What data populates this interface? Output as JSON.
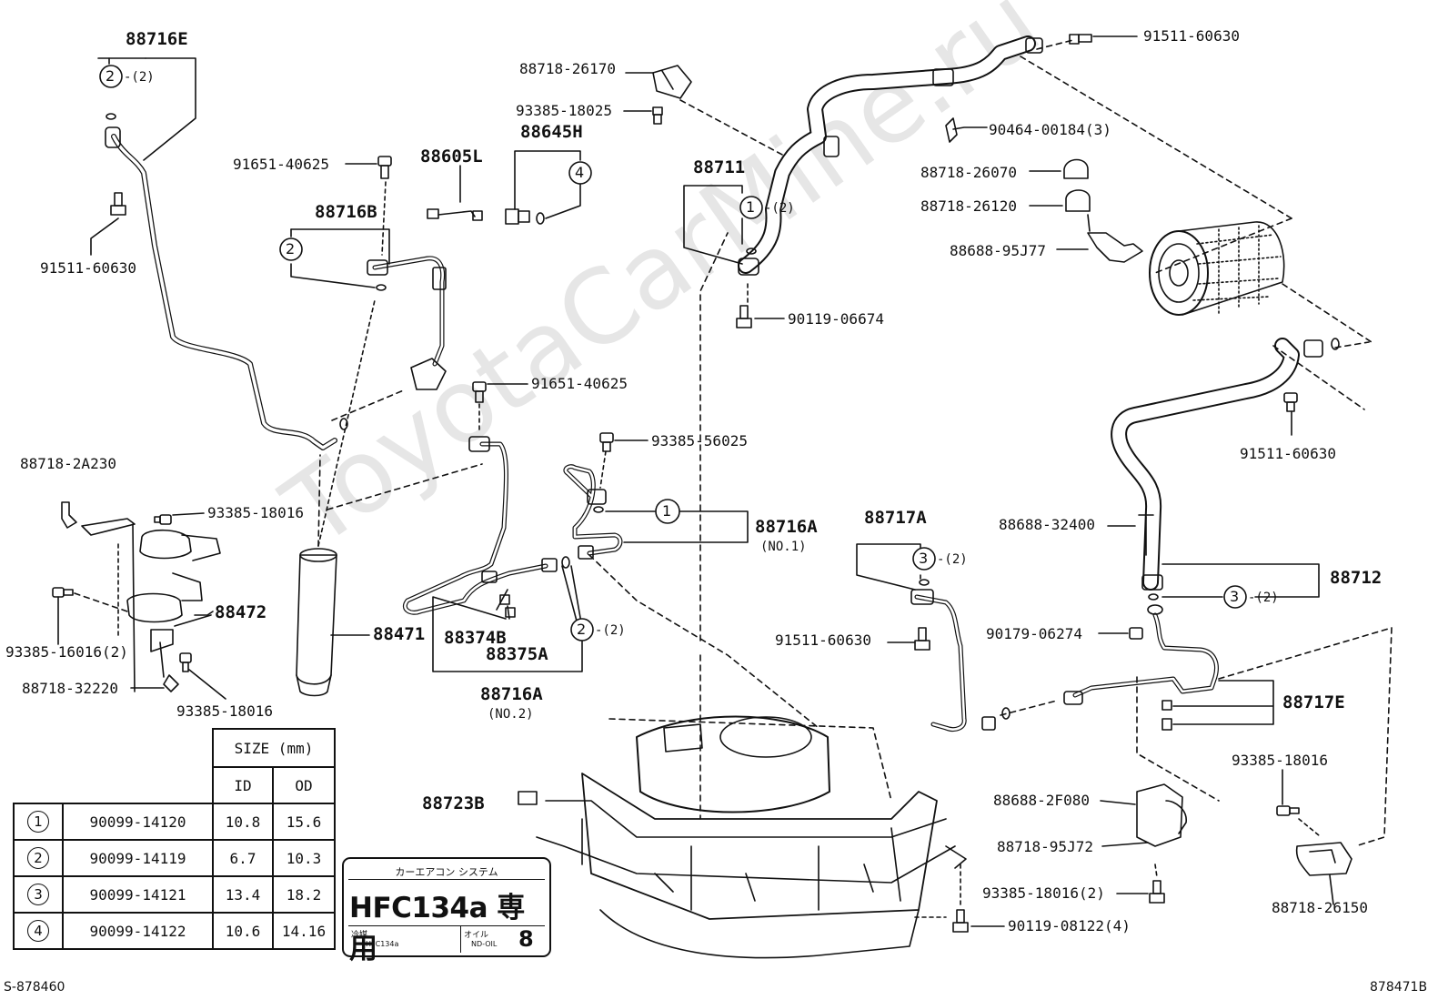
{
  "watermark": "ToyotaCarMine.ru",
  "labels": {
    "p88716E": "88716E",
    "p91651_40625_a": "91651-40625",
    "p88605L": "88605L",
    "p88718_26170": "88718-26170",
    "p93385_18025": "93385-18025",
    "p88645H": "88645H",
    "p91511_60630_a": "91511-60630",
    "p90464_00184": "90464-00184(3)",
    "p88718_26070": "88718-26070",
    "p88718_26120": "88718-26120",
    "p88688_95J77": "88688-95J77",
    "p88711": "88711",
    "p90119_06674": "90119-06674",
    "p88716B": "88716B",
    "p91511_60630_b": "91511-60630",
    "p91651_40625_b": "91651-40625",
    "p93385_56025": "93385-56025",
    "p91511_60630_c": "91511-60630",
    "p88718_2A230": "88718-2A230",
    "p93385_18016_a": "93385-18016",
    "p88472": "88472",
    "p93385_16016": "93385-16016(2)",
    "p88718_32220": "88718-32220",
    "p93385_18016_b": "93385-18016",
    "p88471": "88471",
    "p88374B": "88374B",
    "p88375A": "88375A",
    "p88716A_no2": "88716A",
    "p88716A_no2_sub": "(NO.2)",
    "p88716A_no1": "88716A",
    "p88716A_no1_sub": "(NO.1)",
    "p88717A": "88717A",
    "p91511_60630_d": "91511-60630",
    "p88688_32400": "88688-32400",
    "p88712": "88712",
    "p90179_06274": "90179-06274",
    "p88717E": "88717E",
    "p93385_18016_c": "93385-18016",
    "p88688_2F080": "88688-2F080",
    "p88718_95J72": "88718-95J72",
    "p93385_18016_2": "93385-18016(2)",
    "p90119_08122": "90119-08122(4)",
    "p88718_26150": "88718-26150",
    "p88723B": "88723B",
    "qty2": "-(2)",
    "circ1": "1",
    "circ2": "2",
    "circ3": "3",
    "circ4": "4",
    "code_left": "S-878460",
    "code_right": "878471B"
  },
  "size_table": {
    "header": "SIZE (mm)",
    "col_id": "ID",
    "col_od": "OD",
    "rows": [
      {
        "key": "1",
        "part": "90099-14120",
        "id": "10.8",
        "od": "15.6"
      },
      {
        "key": "2",
        "part": "90099-14119",
        "id": "6.7",
        "od": "10.3"
      },
      {
        "key": "3",
        "part": "90099-14121",
        "id": "13.4",
        "od": "18.2"
      },
      {
        "key": "4",
        "part": "90099-14122",
        "id": "10.6",
        "od": "14.16"
      }
    ]
  },
  "decal": {
    "title": "カーエアコン システム",
    "main": "HFC134a 専用",
    "refrigerant_label": "冷媒",
    "refrigerant_value": "HFC134a",
    "oil_label": "オイル",
    "oil_value": "ND-OIL",
    "oil_number": "8"
  }
}
